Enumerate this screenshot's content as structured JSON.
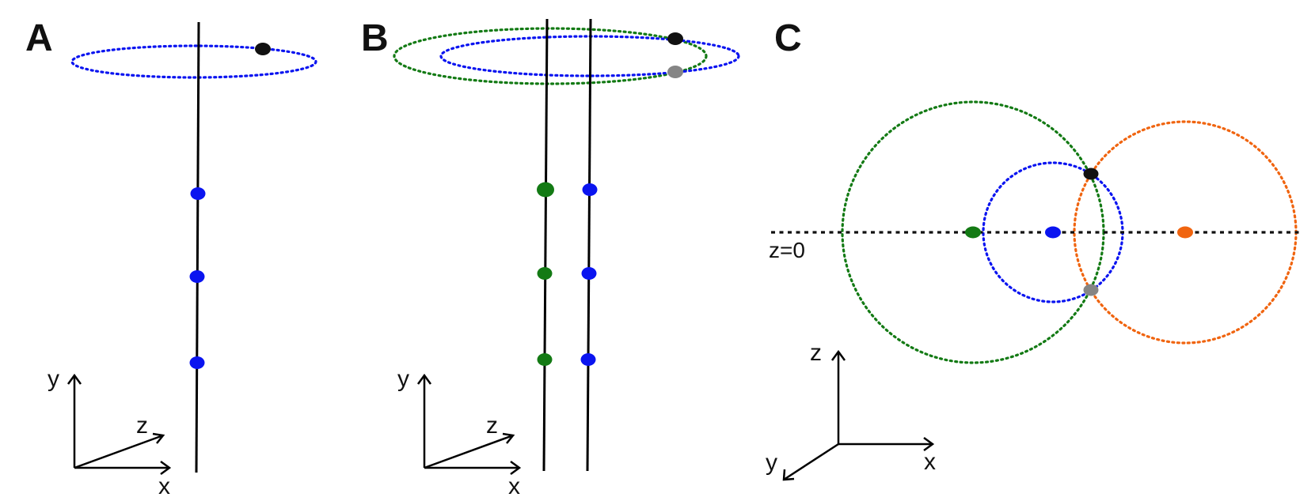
{
  "colors": {
    "blue": "#0a14f0",
    "green": "#137a14",
    "orange": "#f0640f",
    "black": "#111111",
    "gray": "#858585"
  },
  "panels": {
    "a": {
      "label": "A",
      "axes": {
        "y": "y",
        "z": "z",
        "x": "x"
      }
    },
    "b": {
      "label": "B",
      "axes": {
        "y": "y",
        "z": "z",
        "x": "x"
      }
    },
    "c": {
      "label": "C",
      "plane_label": "z=0",
      "axes": {
        "z": "z",
        "y": "y",
        "x": "x"
      }
    }
  }
}
